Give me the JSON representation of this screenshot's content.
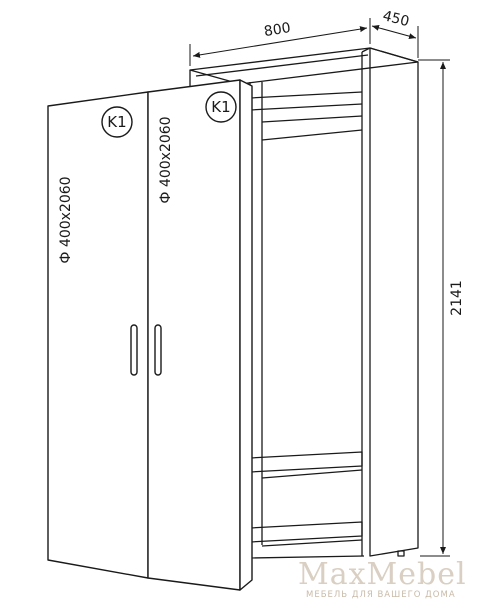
{
  "dimensions": {
    "width": "800",
    "depth": "450",
    "height": "2141"
  },
  "doors": [
    {
      "label": "Ф 400x2060",
      "marker": "K1"
    },
    {
      "label": "Ф 400x2060",
      "marker": "K1"
    }
  ],
  "watermark": {
    "brand": "MaxMebel",
    "tagline": "МЕБЕЛЬ ДЛЯ ВАШЕГО ДОМА"
  }
}
